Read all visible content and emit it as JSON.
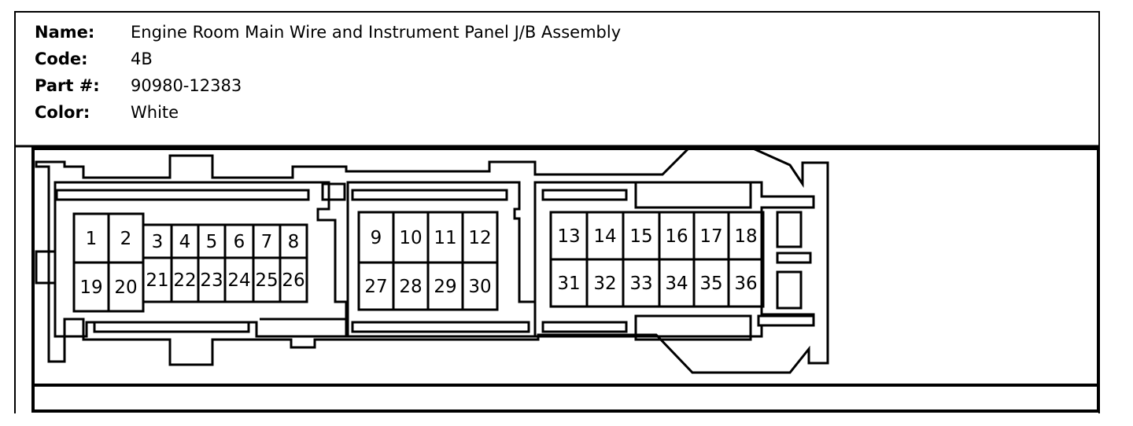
{
  "info": [
    {
      "label": "Name:",
      "value": "Engine Room Main Wire and Instrument Panel J/B Assembly"
    },
    {
      "label": "Code:",
      "value": "4B"
    },
    {
      "label": "Part #:",
      "value": "90980-12383"
    },
    {
      "label": "Color:",
      "value": "White"
    }
  ],
  "pins": [
    "1",
    "2",
    "3",
    "4",
    "5",
    "6",
    "7",
    "8",
    "9",
    "10",
    "11",
    "12",
    "13",
    "14",
    "15",
    "16",
    "17",
    "18",
    "19",
    "20",
    "21",
    "22",
    "23",
    "24",
    "25",
    "26",
    "27",
    "28",
    "29",
    "30",
    "31",
    "32",
    "33",
    "34",
    "35",
    "36"
  ]
}
